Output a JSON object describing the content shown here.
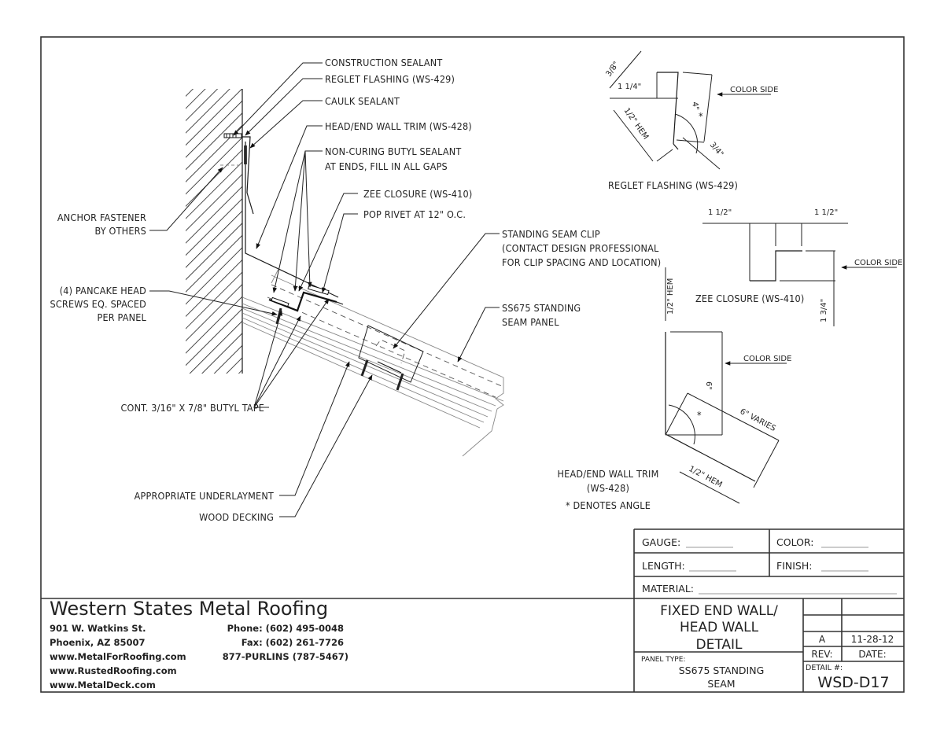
{
  "drawing": {
    "main_callouts": {
      "construction_sealant": "CONSTRUCTION SEALANT",
      "reglet_flashing": "REGLET FLASHING (WS-429)",
      "caulk_sealant": "CAULK SEALANT",
      "head_end_wall_trim": "HEAD/END WALL TRIM (WS-428)",
      "butyl_sealant_line1": "NON-CURING BUTYL SEALANT",
      "butyl_sealant_line2": "AT ENDS, FILL IN ALL GAPS",
      "zee_closure": "ZEE CLOSURE (WS-410)",
      "pop_rivet": "POP RIVET AT 12\" O.C.",
      "anchor_line1": "ANCHOR FASTENER",
      "anchor_line2": "BY OTHERS",
      "clip_line1": "STANDING SEAM CLIP",
      "clip_line2": "(CONTACT DESIGN PROFESSIONAL",
      "clip_line3": "FOR CLIP SPACING AND LOCATION)",
      "pancake_line1": "(4) PANCAKE HEAD",
      "pancake_line2": "SCREWS EQ. SPACED",
      "pancake_line3": "PER PANEL",
      "panel_line1": "SS675 STANDING",
      "panel_line2": "SEAM PANEL",
      "butyl_tape": "CONT. 3/16\" X 7/8\" BUTYL TAPE",
      "underlayment": "APPROPRIATE UNDERLAYMENT",
      "wood_decking": "WOOD DECKING"
    },
    "reglet_detail": {
      "title": "REGLET FLASHING (WS-429)",
      "dim_3_8": "3/8\"",
      "dim_1_1_4": "1 1/4\"",
      "dim_hem": "1/2\" HEM",
      "dim_4": "4\"",
      "dim_3_4": "3/4\"",
      "angle_mark": "*",
      "color_side": "COLOR SIDE"
    },
    "zee_detail": {
      "title": "ZEE CLOSURE (WS-410)",
      "dim_left": "1 1/2\"",
      "dim_right": "1 1/2\"",
      "dim_height": "1 3/4\"",
      "color_side": "COLOR SIDE"
    },
    "trim_detail": {
      "title_line1": "HEAD/END WALL TRIM",
      "title_line2": "(WS-428)",
      "note": "* DENOTES ANGLE",
      "dim_hem_top": "1/2\" HEM",
      "dim_6": "6\"",
      "dim_varies": "6\" VARIES",
      "dim_hem_bottom": "1/2\" HEM",
      "angle_mark": "*",
      "color_side": "COLOR SIDE"
    }
  },
  "company": {
    "name": "Western States Metal Roofing",
    "address1": "901 W. Watkins St.",
    "address2": "Phoenix, AZ 85007",
    "web1": "www.MetalForRoofing.com",
    "web2": "www.RustedRoofing.com",
    "web3": "www.MetalDeck.com",
    "phone": "Phone: (602) 495-0048",
    "fax": "Fax: (602) 261-7726",
    "tollfree": "877-PURLINS (787-5467)"
  },
  "title_block": {
    "gauge_label": "GAUGE:",
    "color_label": "COLOR:",
    "length_label": "LENGTH:",
    "finish_label": "FINISH:",
    "material_label": "MATERIAL:",
    "title_line1": "FIXED END WALL/",
    "title_line2": "HEAD WALL",
    "title_line3": "DETAIL",
    "panel_type_label": "PANEL TYPE:",
    "panel_type_line1": "SS675 STANDING",
    "panel_type_line2": "SEAM",
    "rev_value": "A",
    "date_value": "11-28-12",
    "rev_label": "REV:",
    "date_label": "DATE:",
    "detail_label": "DETAIL #:",
    "detail_number": "WSD-D17"
  }
}
